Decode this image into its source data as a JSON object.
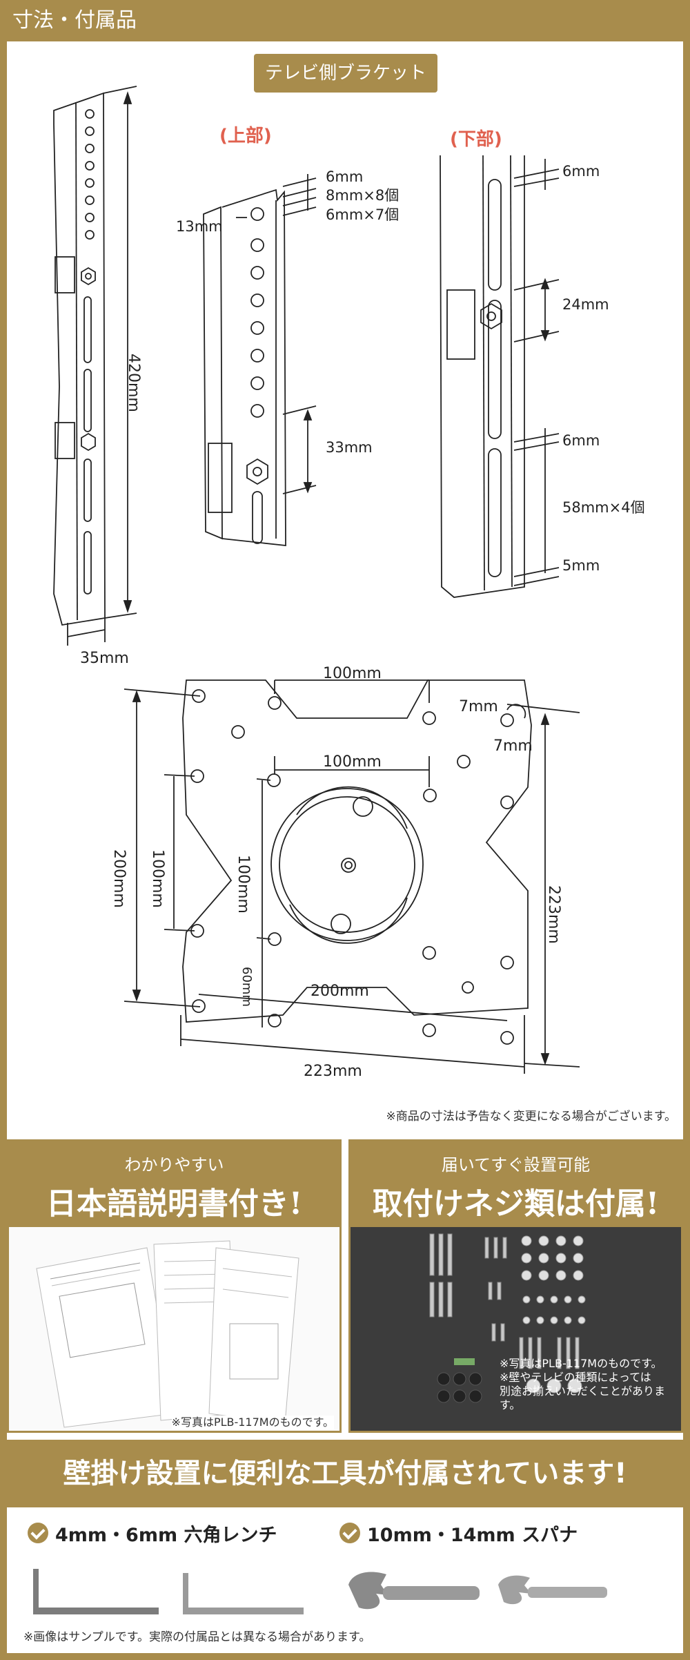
{
  "header": {
    "title": "寸法・付属品"
  },
  "section_label": "テレビ側ブラケット",
  "bracket": {
    "top_label": "(上部)",
    "bottom_label": "(下部)",
    "dims_full": {
      "height": "420mm",
      "width": "35mm"
    },
    "dims_top": {
      "d1": "6mm",
      "d2": "8mm×8個",
      "d3": "6mm×7個",
      "side": "13mm",
      "gap": "33mm"
    },
    "dims_bottom": {
      "d1": "6mm",
      "d2": "24mm",
      "d3": "6mm",
      "d4": "58mm×4個",
      "d5": "5mm"
    }
  },
  "plate": {
    "top_width": "100mm",
    "inner_width": "100mm",
    "corner_h": "7mm",
    "corner_v": "7mm",
    "left_outer": "200mm",
    "left_inner": "100mm",
    "center_v": "100mm",
    "small_v": "60mm",
    "right_outer": "223mm",
    "bottom_inner": "200mm",
    "bottom_outer": "223mm"
  },
  "note": "※商品の寸法は予告なく変更になる場合がございます。",
  "panels": {
    "manual": {
      "subtitle": "わかりやすい",
      "title": "日本語説明書付き!",
      "caption": "※写真はPLB-117Mのものです。"
    },
    "screws": {
      "subtitle": "届いてすぐ設置可能",
      "title": "取付けネジ類は付属!",
      "caption_1": "※写真はPLB-117Mのものです。",
      "caption_2": "※壁やテレビの種類によっては",
      "caption_3": "別途お揃えいただくことがあります。"
    }
  },
  "tools": {
    "heading": "壁掛け設置に便利な工具が付属されています!",
    "item_1": "4mm・6mm 六角レンチ",
    "item_2": "10mm・14mm スパナ"
  },
  "footnote": "※画像はサンプルです。実際の付属品とは異なる場合があります。"
}
